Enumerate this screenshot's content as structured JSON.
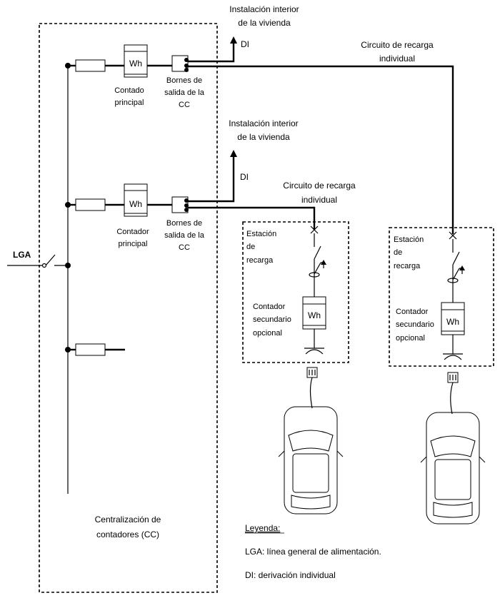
{
  "diagram": {
    "lga_label": "LGA",
    "wh": "Wh",
    "di": "DI",
    "meter1": {
      "line1": "Contado",
      "line2": "principal"
    },
    "meter2": {
      "line1": "Contador",
      "line2": "principal"
    },
    "bornes": {
      "line1": "Bornes de",
      "line2": "salida de la",
      "line3": "CC"
    },
    "interior": {
      "line1": "Instalación interior",
      "line2": "de  la vivienda"
    },
    "circuit": {
      "line1": "Circuito de recarga",
      "line2": "individual"
    },
    "station": {
      "line1": "Estación",
      "line2": "de",
      "line3": "recarga"
    },
    "secondary": {
      "line1": "Contador",
      "line2": "secundario",
      "line3": "opcional"
    },
    "cc": {
      "line1": "Centralización de",
      "line2": "contadores (CC)"
    }
  },
  "legend": {
    "title": "Leyenda:",
    "lga": "LGA: línea general de alimentación.",
    "di": "DI: derivación individual"
  }
}
